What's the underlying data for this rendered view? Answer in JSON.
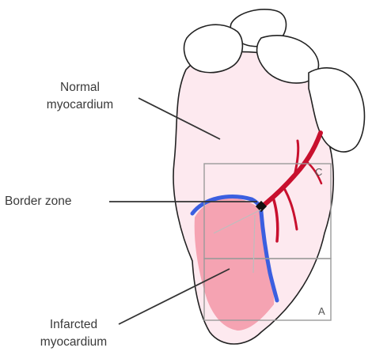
{
  "labels": {
    "normal_line1": "Normal",
    "normal_line2": "myocardium",
    "border_zone": "Border zone",
    "infarcted_line1": "Infarcted",
    "infarcted_line2": "myocardium"
  },
  "box_letters": {
    "upper_box": "C",
    "lower_box": "A"
  },
  "colors": {
    "heart_fill": "#fde9ef",
    "infarct_fill": "#f5a3b2",
    "border_zone_line": "#3b5fe0",
    "vessel": "#c8102e",
    "outline": "#222222",
    "box_stroke": "#9a9a9a",
    "leader_line": "#333333",
    "occlusion_marker": "#111111"
  }
}
